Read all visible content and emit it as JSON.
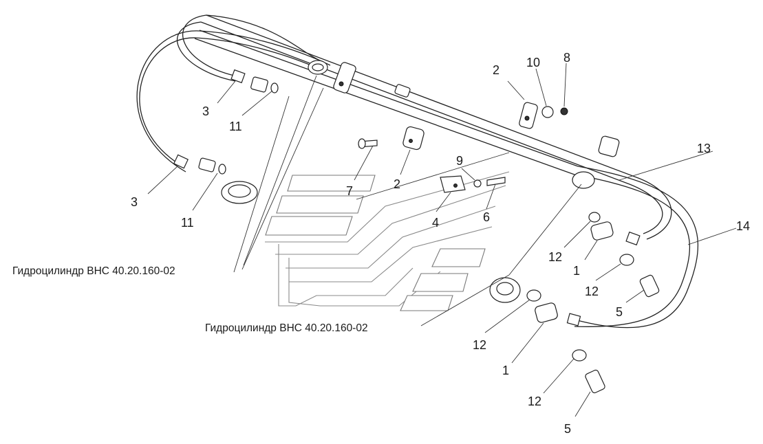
{
  "callouts": [
    {
      "text": "2"
    },
    {
      "text": "10"
    },
    {
      "text": "8"
    },
    {
      "text": "3"
    },
    {
      "text": "11"
    },
    {
      "text": "3"
    },
    {
      "text": "11"
    },
    {
      "text": "7"
    },
    {
      "text": "2"
    },
    {
      "text": "9"
    },
    {
      "text": "4"
    },
    {
      "text": "6"
    },
    {
      "text": "13"
    },
    {
      "text": "14"
    },
    {
      "text": "12"
    },
    {
      "text": "1"
    },
    {
      "text": "12"
    },
    {
      "text": "5"
    },
    {
      "text": "12"
    },
    {
      "text": "1"
    },
    {
      "text": "12"
    },
    {
      "text": "5"
    }
  ],
  "captions": [
    {
      "text": "Гидроцилиндр ВНС 40.20.160-02"
    },
    {
      "text": "Гидроцилиндр ВНС 40.20.160-02"
    }
  ]
}
